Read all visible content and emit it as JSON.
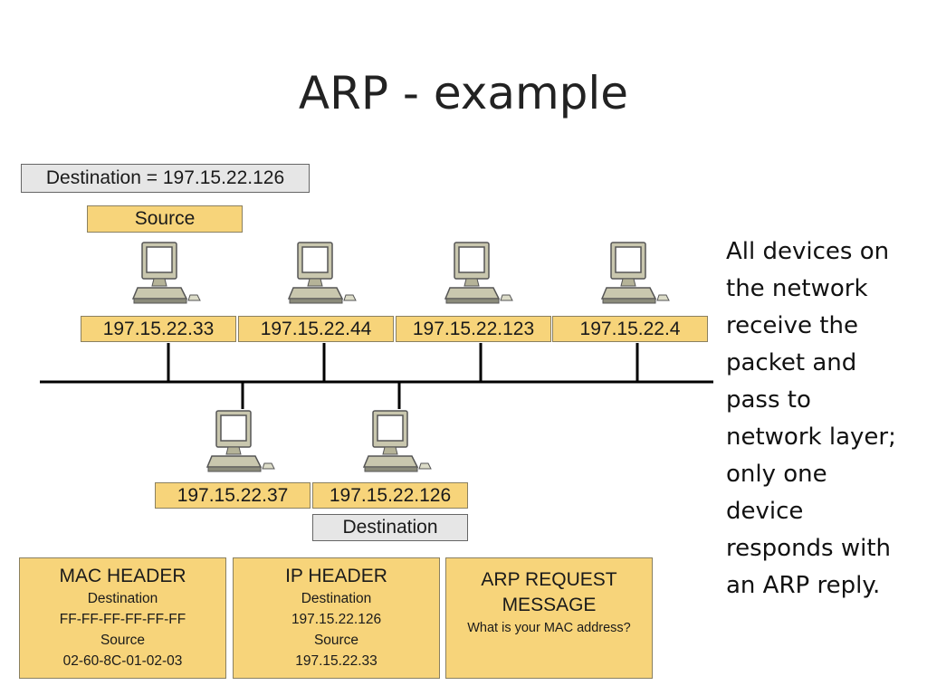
{
  "title": "ARP - example",
  "labels": {
    "destination_banner": "Destination = 197.15.22.126",
    "source_tag": "Source",
    "destination_tag": "Destination"
  },
  "hosts_top": [
    {
      "ip": "197.15.22.33"
    },
    {
      "ip": "197.15.22.44"
    },
    {
      "ip": "197.15.22.123"
    },
    {
      "ip": "197.15.22.4"
    }
  ],
  "hosts_bottom": [
    {
      "ip": "197.15.22.37"
    },
    {
      "ip": "197.15.22.126"
    }
  ],
  "packet": {
    "mac_header": {
      "title": "MAC HEADER",
      "dest_label": "Destination",
      "dest_value": "FF-FF-FF-FF-FF-FF",
      "src_label": "Source",
      "src_value": "02-60-8C-01-02-03"
    },
    "ip_header": {
      "title": "IP HEADER",
      "dest_label": "Destination",
      "dest_value": "197.15.22.126",
      "src_label": "Source",
      "src_value": "197.15.22.33"
    },
    "arp_request": {
      "title_line1": "ARP REQUEST",
      "title_line2": "MESSAGE",
      "question": "What is your MAC address?"
    }
  },
  "side_text": [
    "All devices on",
    "the network",
    "receive the",
    "packet and",
    "pass to",
    "network layer;",
    "only one",
    "device",
    "responds with",
    "an ARP reply."
  ],
  "colors": {
    "label_fill": "#f7d47a",
    "banner_fill": "#e6e6e6",
    "computer_body": "#c9c7ae",
    "network_line": "#000000"
  }
}
